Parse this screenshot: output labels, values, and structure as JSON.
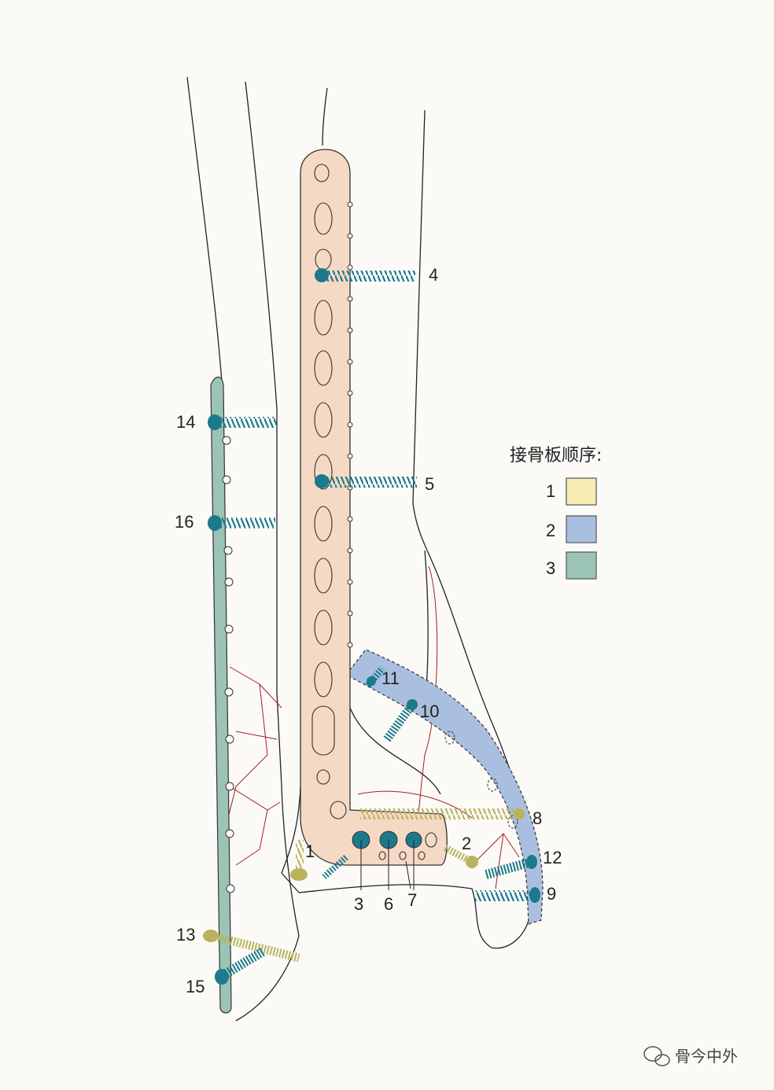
{
  "legend": {
    "title": "接骨板顺序:",
    "items": [
      {
        "label": "1",
        "color": "#f7ebb4"
      },
      {
        "label": "2",
        "color": "#aabfdf"
      },
      {
        "label": "3",
        "color": "#9cc4b6"
      }
    ]
  },
  "screw_labels": [
    "1",
    "2",
    "3",
    "4",
    "5",
    "6",
    "7",
    "8",
    "9",
    "10",
    "11",
    "12",
    "13",
    "14",
    "15",
    "16"
  ],
  "colors": {
    "plate_main": "#f6d9c4",
    "plate_blue": "#aabfdf",
    "plate_green": "#9cc4b6",
    "screw_yellow": "#b9b35d",
    "screw_teal": "#1b7a8c",
    "fracture": "#a32020",
    "bone_outline": "#222222"
  },
  "watermark": "骨今中外"
}
